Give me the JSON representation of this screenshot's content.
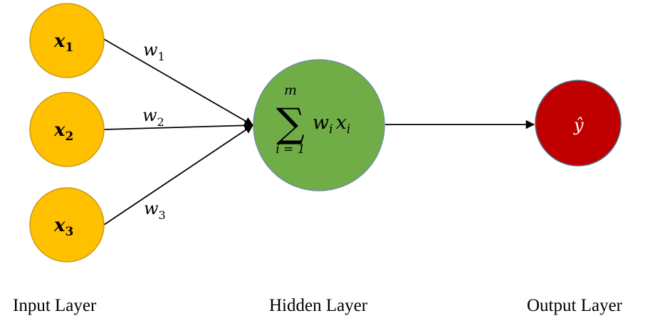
{
  "colors": {
    "input_fill": "#FFC000",
    "input_stroke": "#C99A16",
    "hidden_fill": "#70AD47",
    "hidden_stroke": "#6A8F9E",
    "output_fill": "#C00000",
    "output_stroke": "#4A6A86",
    "edge": "#000000",
    "label_text": "#000000",
    "output_text": "#FFFFFF"
  },
  "input_nodes": [
    {
      "symbol": "x",
      "subscript": "1"
    },
    {
      "symbol": "x",
      "subscript": "2"
    },
    {
      "symbol": "x",
      "subscript": "3"
    }
  ],
  "weights": [
    {
      "symbol": "w",
      "subscript": "1"
    },
    {
      "symbol": "w",
      "subscript": "2"
    },
    {
      "symbol": "w",
      "subscript": "3"
    }
  ],
  "hidden_node": {
    "sum_symbol": "∑",
    "upper_limit": "m",
    "lower_limit": "i = 1",
    "term_w": "w",
    "term_w_sub": "i",
    "term_x": "x",
    "term_x_sub": "i"
  },
  "output_node": {
    "symbol": "ŷ"
  },
  "layer_labels": {
    "input": "Input Layer",
    "hidden": "Hidden Layer",
    "output": "Output Layer"
  }
}
